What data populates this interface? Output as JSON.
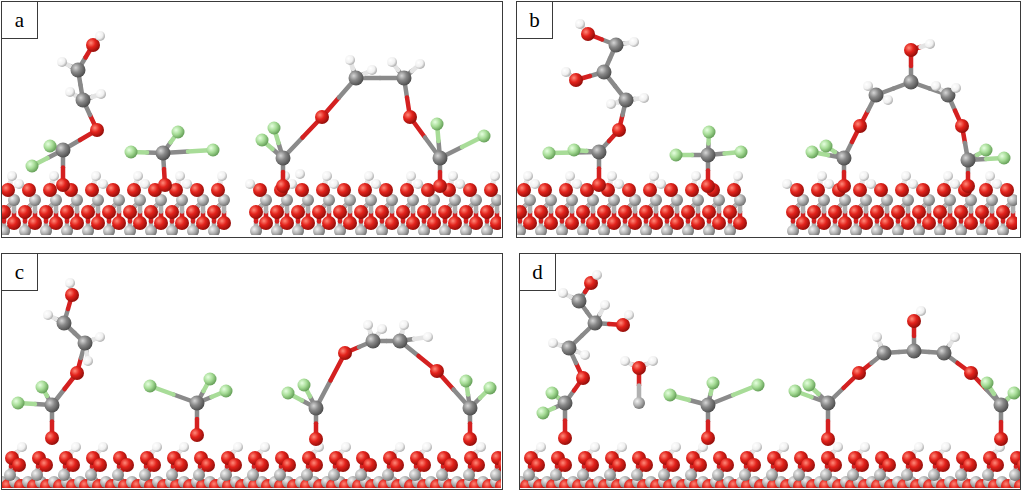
{
  "diagram": {
    "nodes": [
      {
        "text": [
          "a"
        ]
      },
      {
        "text": [
          "b"
        ]
      },
      {
        "text": [
          "c"
        ]
      },
      {
        "text": [
          "d"
        ]
      }
    ]
  }
}
